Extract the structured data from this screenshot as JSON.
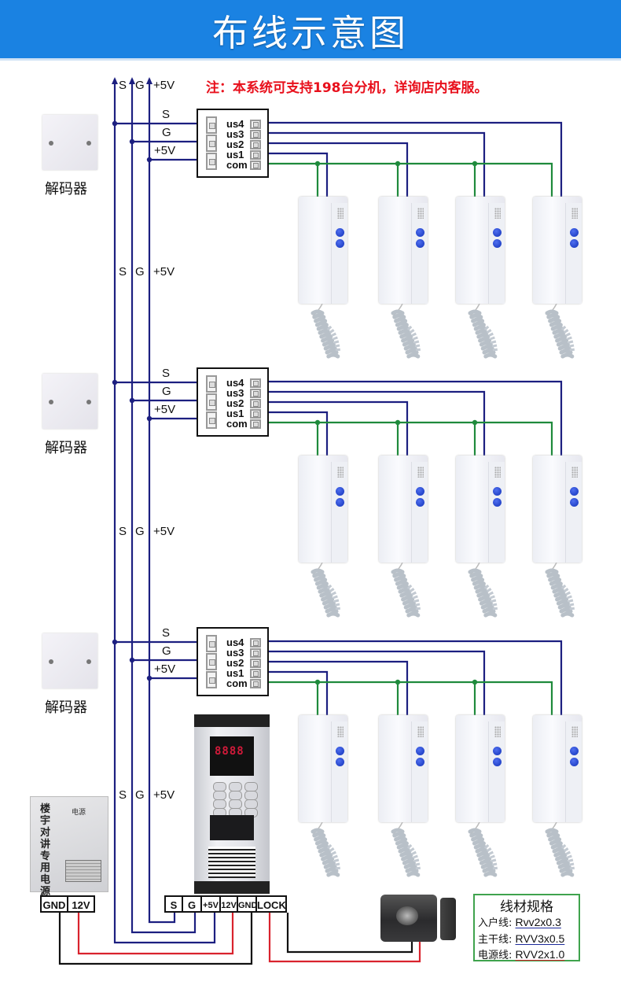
{
  "header": {
    "title": "布线示意图"
  },
  "note": "注：本系统可支持198台分机，详询店内客服。",
  "colors": {
    "header_bg": "#1a82e2",
    "note": "#e8101c",
    "signal_wire": "#1c1f80",
    "com_wire": "#1f8a3c",
    "power_wire": "#d9232d",
    "ground_wire": "#111111"
  },
  "trunk_labels": {
    "s": "S",
    "g": "G",
    "v5": "+5V"
  },
  "floors": [
    {
      "decoder_label": "解码器",
      "inputs": [
        "S",
        "G",
        "+5V"
      ],
      "outputs": [
        "us4",
        "us3",
        "us2",
        "us1",
        "com"
      ],
      "handsets": 4
    },
    {
      "decoder_label": "解码器",
      "inputs": [
        "S",
        "G",
        "+5V"
      ],
      "outputs": [
        "us4",
        "us3",
        "us2",
        "us1",
        "com"
      ],
      "handsets": 4
    },
    {
      "decoder_label": "解码器",
      "inputs": [
        "S",
        "G",
        "+5V"
      ],
      "outputs": [
        "us4",
        "us3",
        "us2",
        "us1",
        "com"
      ],
      "handsets": 4
    }
  ],
  "power_supply": {
    "title": "楼宇对讲专用电源",
    "brand": "电源",
    "terminals": [
      "GND",
      "12V"
    ]
  },
  "door_panel": {
    "display": "8888",
    "terminals": [
      "S",
      "G",
      "+5V",
      "12V",
      "GND",
      "LOCK"
    ]
  },
  "electric_lock": {
    "name": "electric-lock"
  },
  "wire_spec": {
    "title": "线材规格",
    "rows": [
      {
        "label": "入户线:",
        "value": "Rvv2x0.3",
        "color": "blue"
      },
      {
        "label": "主干线:",
        "value": "RVV3x0.5",
        "color": "blue"
      },
      {
        "label": "电源线:",
        "value": "RVV2x1.0",
        "color": "red"
      }
    ]
  }
}
